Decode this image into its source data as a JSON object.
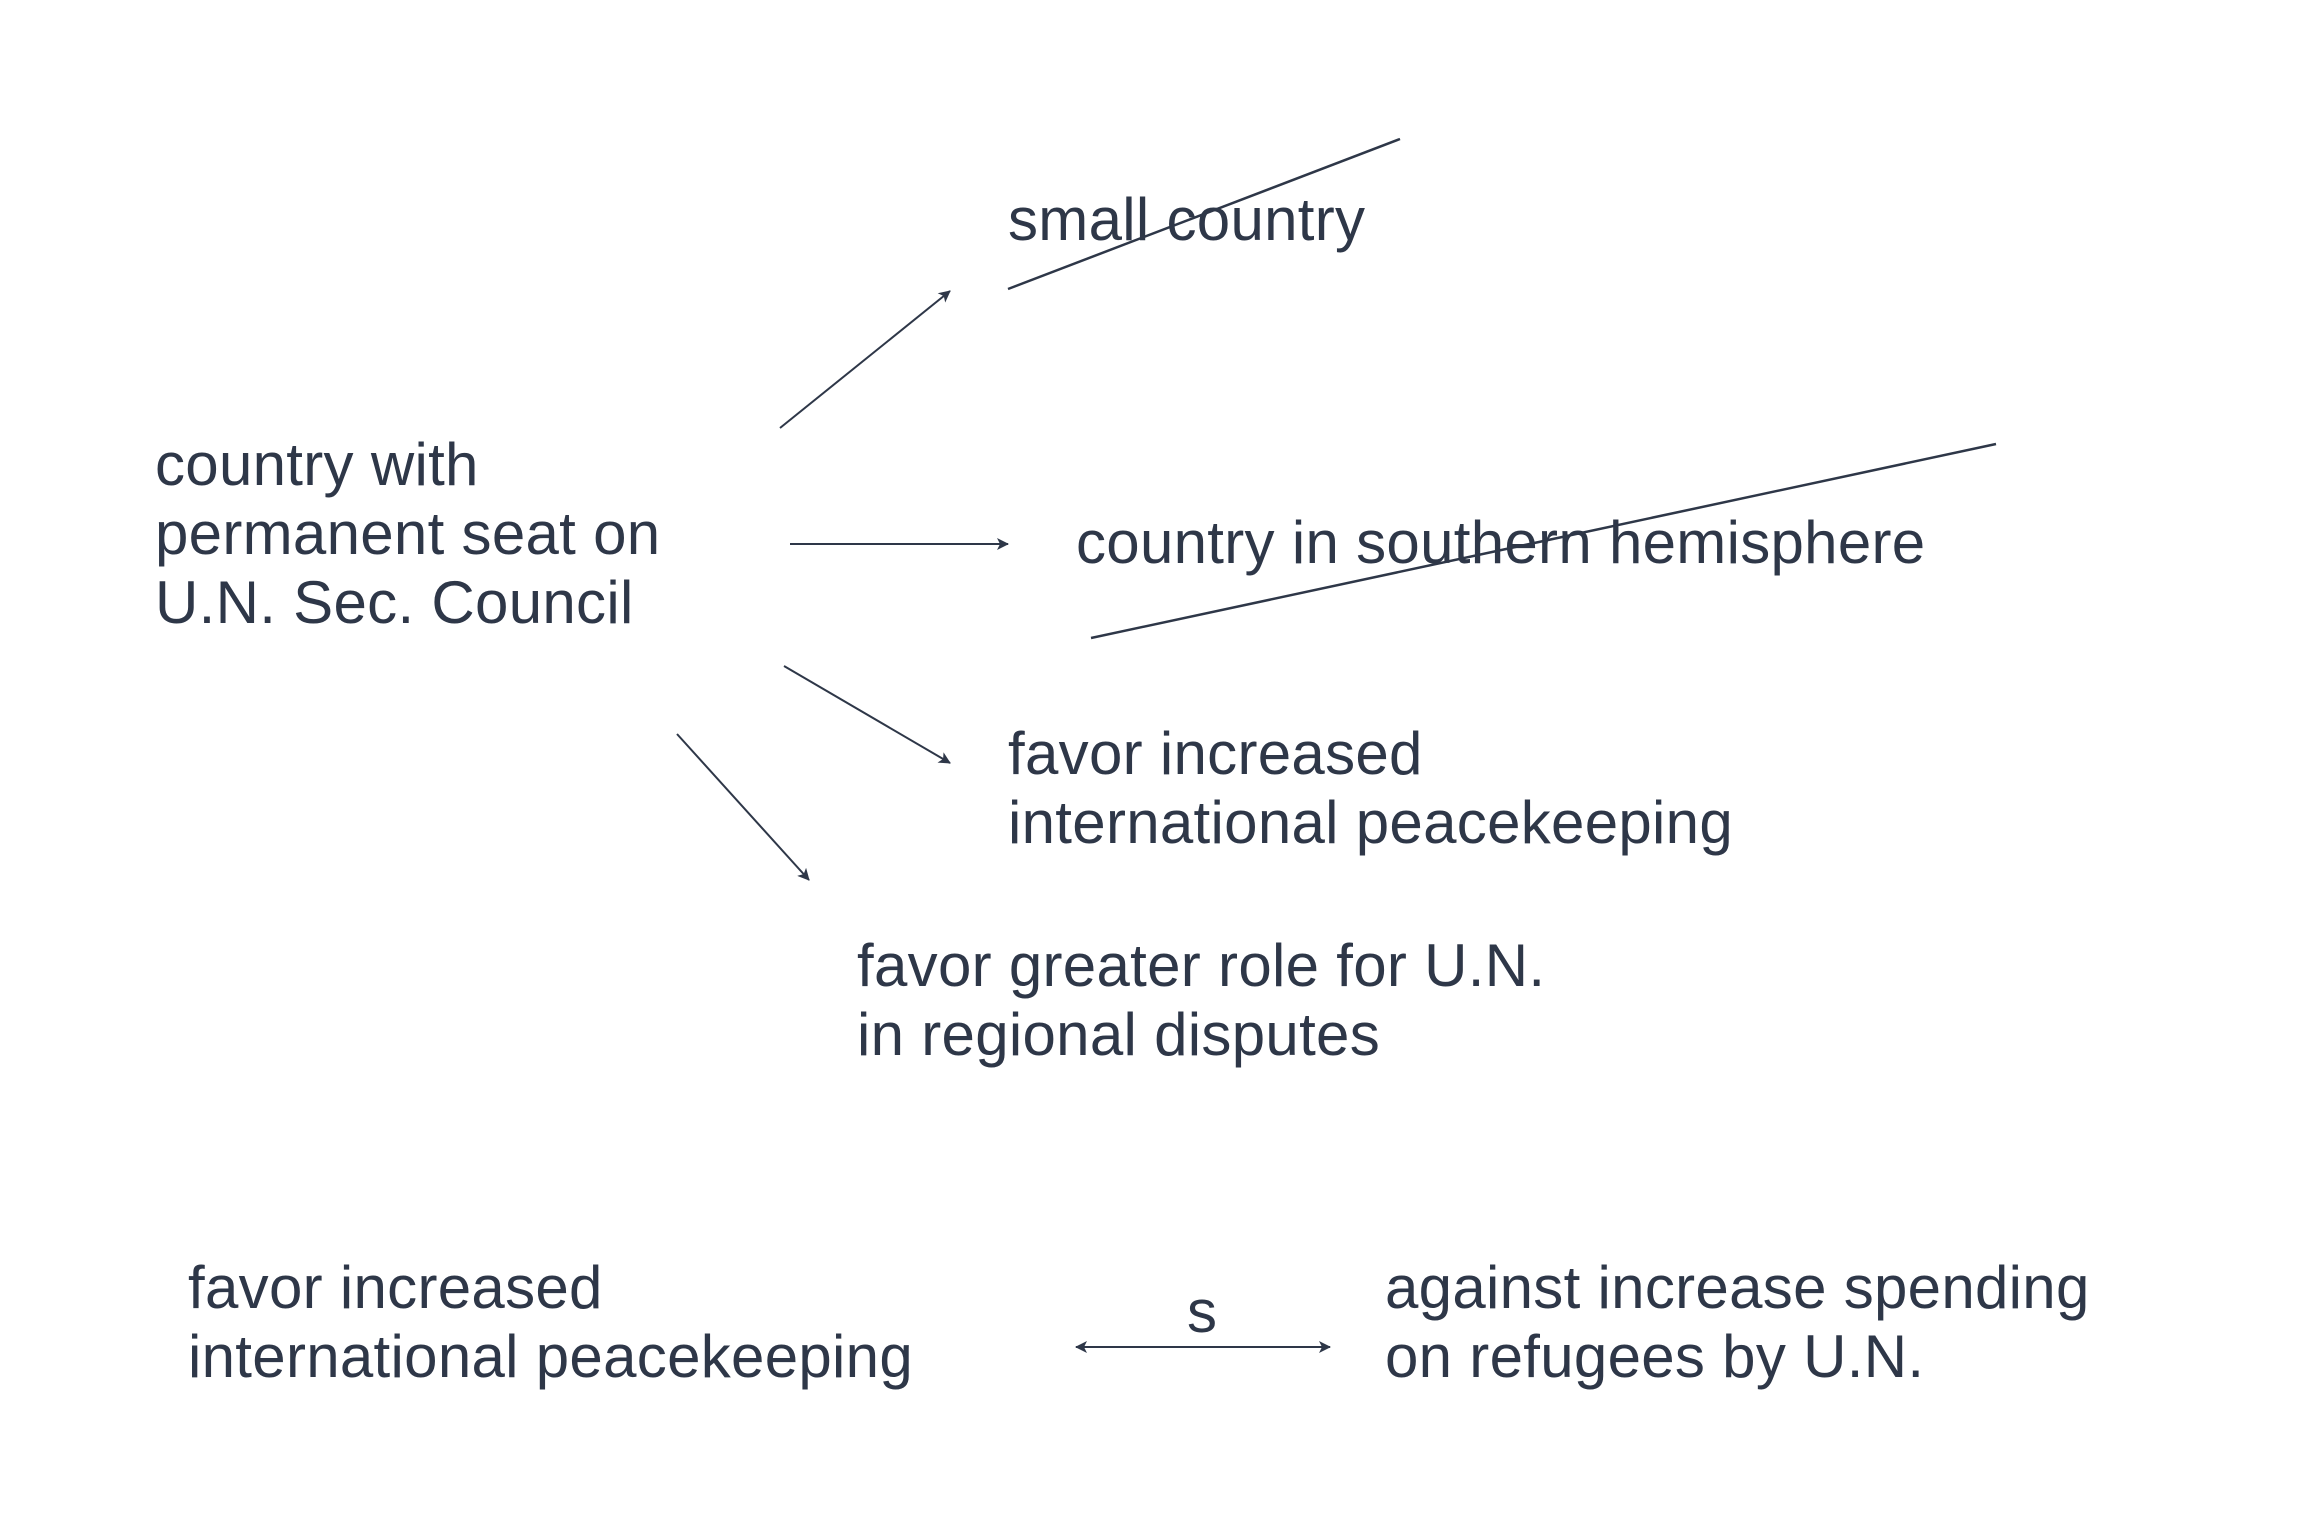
{
  "diagram": {
    "source_node": {
      "lines": [
        "country with",
        "permanent seat on",
        "U.N. Sec. Council"
      ]
    },
    "targets": [
      {
        "id": "small-country",
        "lines": [
          "small country"
        ],
        "crossed_out": true
      },
      {
        "id": "southern-hemisphere",
        "lines": [
          "country in southern hemisphere"
        ],
        "crossed_out": true
      },
      {
        "id": "peacekeeping",
        "lines": [
          "favor increased",
          "international peacekeeping"
        ],
        "crossed_out": false
      },
      {
        "id": "regional-disputes",
        "lines": [
          "favor greater role for U.N.",
          "in regional disputes"
        ],
        "crossed_out": false
      }
    ],
    "relation": {
      "left": {
        "lines": [
          "favor increased",
          "international peacekeeping"
        ]
      },
      "right": {
        "lines": [
          "against increase spending",
          "on refugees by U.N."
        ]
      },
      "label": "s",
      "direction": "bidirectional"
    },
    "colors": {
      "text": "#2e3748",
      "line": "#2e3748",
      "background": "#ffffff"
    }
  }
}
